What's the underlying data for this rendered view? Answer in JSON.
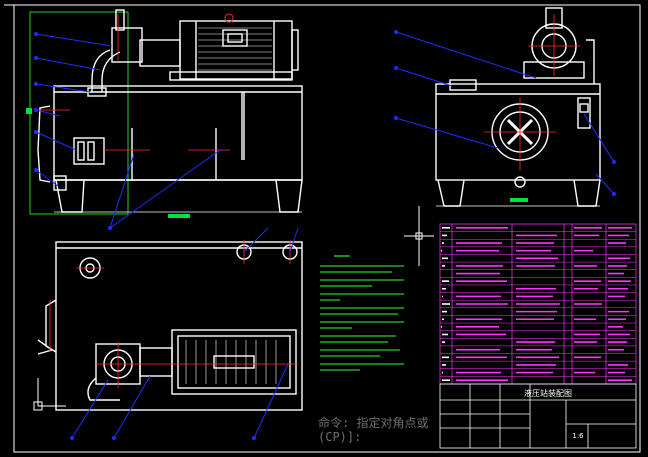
{
  "colors": {
    "background": "#000000",
    "outline": "#ffffff",
    "leader": "#1a2fff",
    "centerline": "#ff2a2a",
    "dimension": "#33ff33",
    "parts_table": "#ff33ff",
    "notes": "#33ff33",
    "marker": "#00e040"
  },
  "views": {
    "front": {
      "name": "front-view"
    },
    "side": {
      "name": "side-view"
    },
    "top": {
      "name": "top-view"
    }
  },
  "command_line": {
    "line1": "命令: 指定对角点或",
    "line2": "(CP)]:"
  },
  "title_block": {
    "drawing_title": "液压站装配图",
    "scale": "1:6"
  },
  "bom_row_count": 21
}
